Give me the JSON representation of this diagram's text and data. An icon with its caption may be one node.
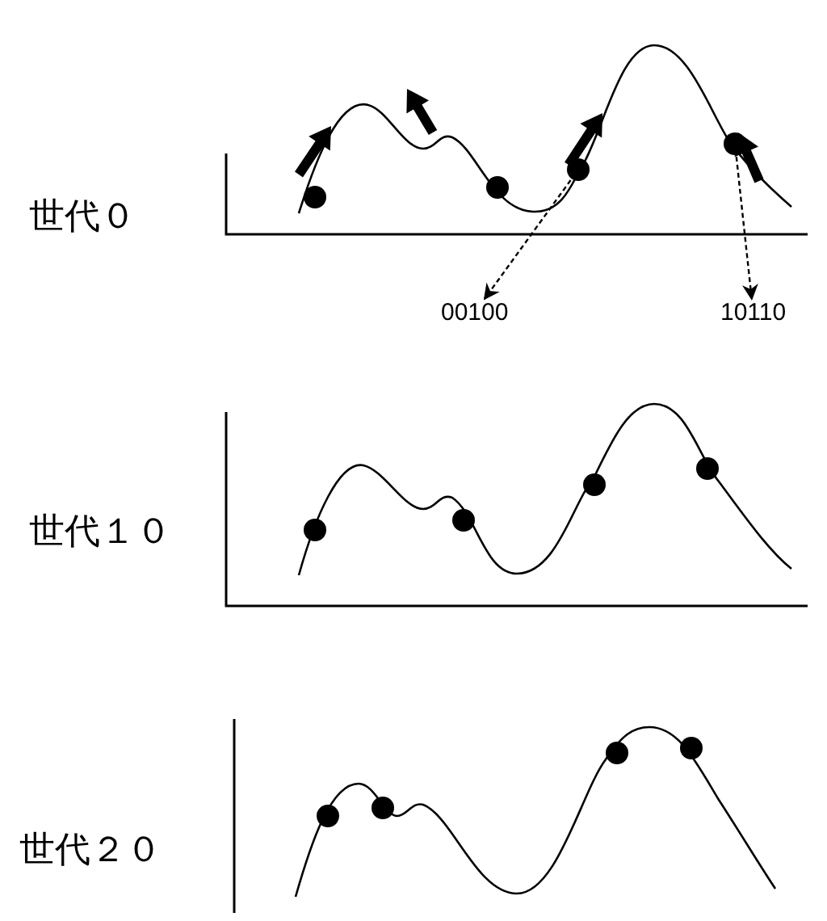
{
  "diagram": {
    "nodes": [
      {
        "text": [],
        "shape": "circle"
      },
      {
        "text": [],
        "shape": "circle"
      },
      {
        "text": [
          "00100"
        ]
      },
      {
        "text": [
          "10110"
        ]
      }
    ],
    "edges": [
      {
        "from": 0,
        "to": 2,
        "arrow": "to",
        "style": "dashed"
      },
      {
        "from": 1,
        "to": 3,
        "arrow": "to",
        "style": "dashed"
      }
    ],
    "labels": [
      "世代０",
      "世代１０",
      "世代２０"
    ]
  }
}
